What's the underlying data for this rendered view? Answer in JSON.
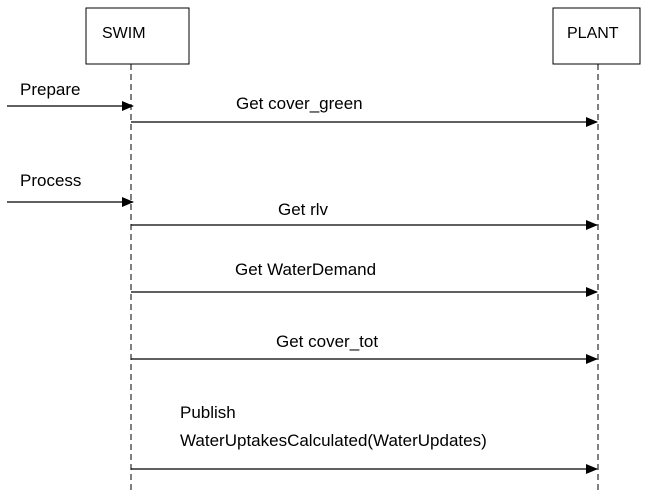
{
  "participants": {
    "swim": {
      "label": "SWIM"
    },
    "plant": {
      "label": "PLANT"
    }
  },
  "incoming_messages": [
    {
      "label": "Prepare"
    },
    {
      "label": "Process"
    }
  ],
  "messages": [
    {
      "label": "Get cover_green"
    },
    {
      "label": "Get rlv"
    },
    {
      "label": "Get WaterDemand"
    },
    {
      "label": "Get cover_tot"
    },
    {
      "label_line1": "Publish",
      "label_line2": "WaterUptakesCalculated(WaterUpdates)"
    }
  ]
}
